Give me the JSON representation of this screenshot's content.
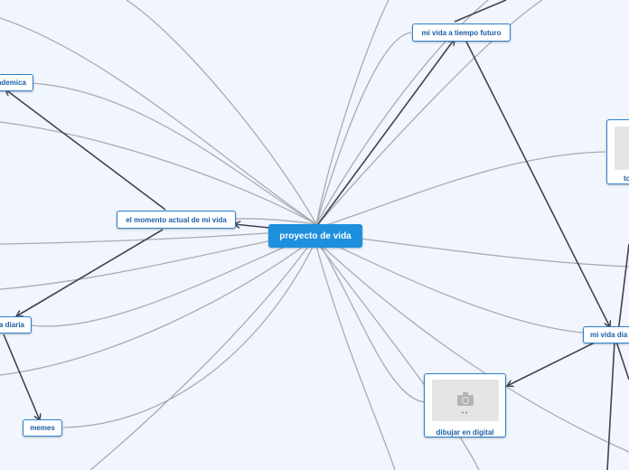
{
  "map_title": "proyecto de vida",
  "nodes": {
    "root": "proyecto de vida",
    "futuro": "mi vida a tiempo futuro",
    "momento": "el momento actual de mi vida",
    "academica": "ademica",
    "diaria_left": "a diaria",
    "memes": "memes",
    "dibujar": "dibujar en digital",
    "mi_vida_diaria": "mi vida dia",
    "to_card": "to"
  },
  "colors": {
    "background": "#f1f5fd",
    "root_fill": "#1d8fdc",
    "node_border": "#2a7fcf",
    "node_text": "#1a5fa8",
    "relation_line": "#aaaaaa",
    "arrow_line": "#3f4450"
  },
  "icons": {
    "image_placeholder": "camera-icon"
  }
}
